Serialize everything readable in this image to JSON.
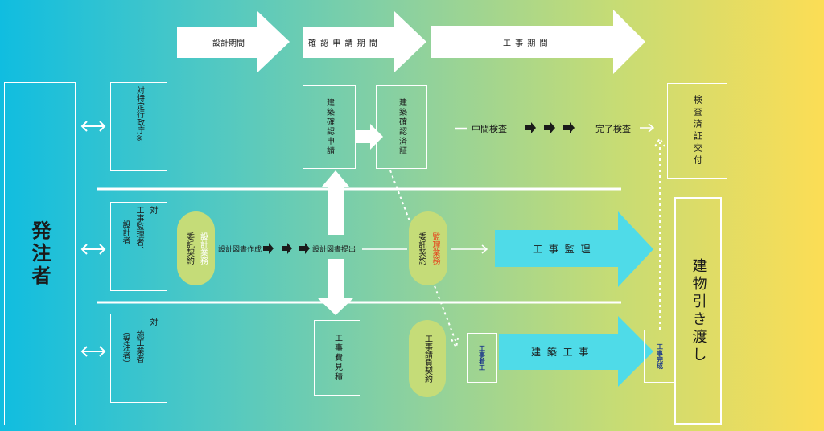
{
  "phases": {
    "design": "設計期間",
    "confirm": "確 認 申 請 期 間",
    "construction": "工 事 期 間"
  },
  "client": "発注者",
  "rows": {
    "gov": {
      "label": "対特定行政庁※"
    },
    "designer": {
      "label_a": "対",
      "label_b": "工事監理者、",
      "label_c": "設計者"
    },
    "contractor": {
      "label_a": "対",
      "label_b": "施工業者",
      "label_c": "（受注者）"
    }
  },
  "gov_flow": {
    "application": "建築確認申請",
    "certificate": "建築確認済証",
    "interim": "中間検査",
    "completion_inspection": "完了検査",
    "issued": "検査済証交付"
  },
  "design_flow": {
    "contract_black": "委託契約",
    "contract_white": "設計業務",
    "drawing": "設計図書作成",
    "submit": "設計図書提出",
    "supervise_black": "委託契約",
    "supervise_red": "監理業務",
    "supervision": "工 事 監 理"
  },
  "construct_flow": {
    "estimate": "工事費見積",
    "contract": "工事請負契約",
    "start": "工事着工",
    "building": "建 築 工 事",
    "finish": "工事完成"
  },
  "handover": "建物引き渡し",
  "colors": {
    "arrow_cyan": "#4fdbe8",
    "pill": "#c5dc78",
    "red": "#e5451e",
    "navy": "#1e3a8a"
  }
}
